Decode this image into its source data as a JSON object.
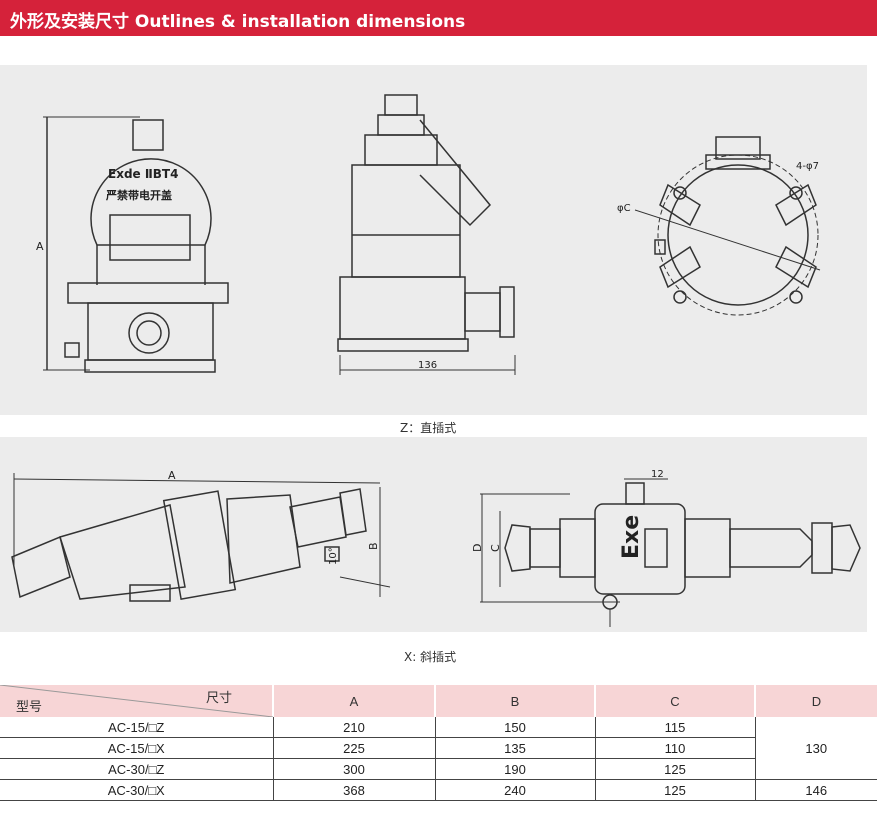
{
  "header": {
    "title": "外形及安装尺寸 Outlines & installation dimensions"
  },
  "drawing_z": {
    "caption": "Z：直插式",
    "front_label_1": "Exde ⅡBT4",
    "front_label_2": "严禁带电开盖",
    "dim_a": "A",
    "dim_136": "136",
    "dim_phi_c": "φC",
    "dim_holes": "4-φ7"
  },
  "drawing_x": {
    "caption": "X: 斜插式",
    "dim_a": "A",
    "dim_b": "B",
    "dim_angle": "10°",
    "dim_12": "12",
    "dim_d": "D",
    "dim_c": "C",
    "body_text": "Exe"
  },
  "table": {
    "header_size": "尺寸",
    "header_model": "型号",
    "col_a": "A",
    "col_b": "B",
    "col_c": "C",
    "col_d": "D",
    "rows": [
      {
        "model": "AC-15/□Z",
        "a": "210",
        "b": "150",
        "c": "115"
      },
      {
        "model": "AC-15/□X",
        "a": "225",
        "b": "135",
        "c": "110"
      },
      {
        "model": "AC-30/□Z",
        "a": "300",
        "b": "190",
        "c": "125"
      },
      {
        "model": "AC-30/□X",
        "a": "368",
        "b": "240",
        "c": "125"
      }
    ],
    "d_values": [
      "130",
      "146"
    ]
  }
}
